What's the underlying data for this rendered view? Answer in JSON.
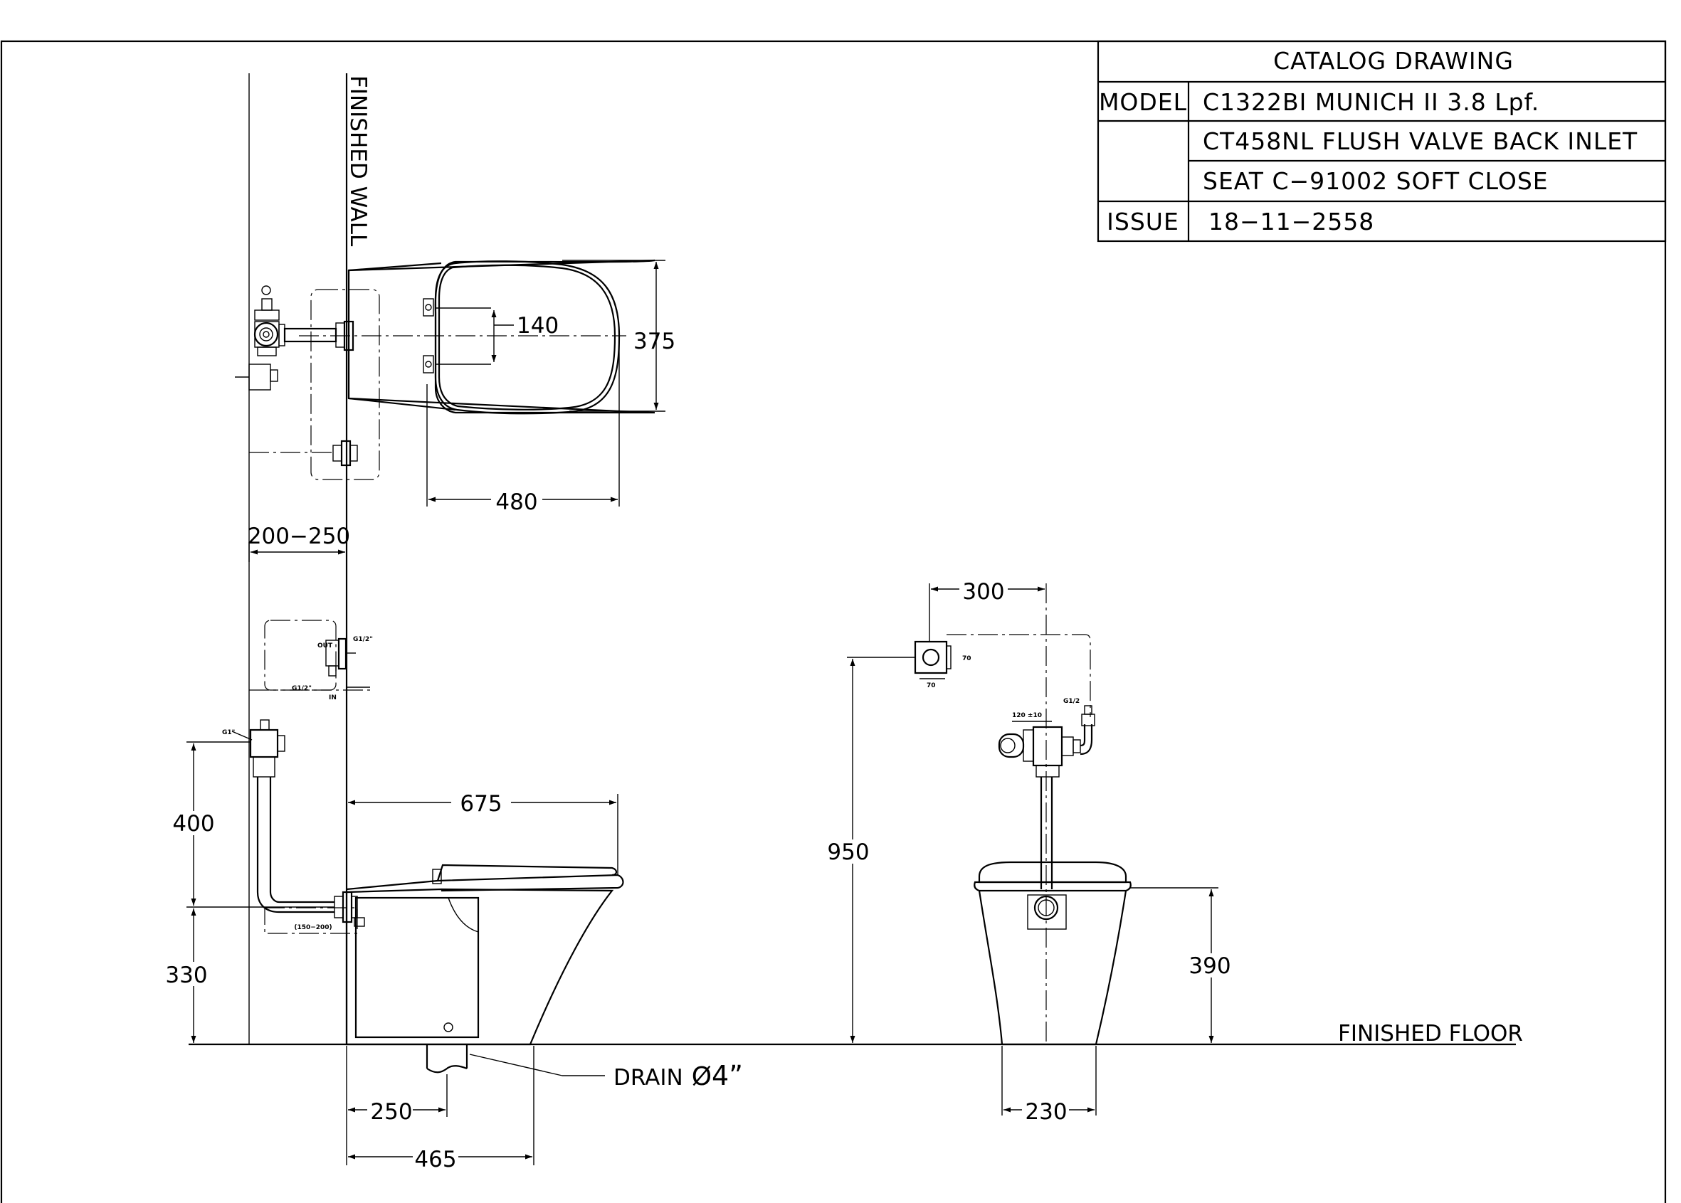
{
  "title_block": {
    "header": "CATALOG  DRAWING",
    "model_label": "MODEL",
    "model_line1": "C1322BI  MUNICH  II  3.8  Lpf.",
    "model_line2": "CT458NL  FLUSH  VALVE  BACK  INLET",
    "model_line3": "SEAT  C−91002  SOFT  CLOSE",
    "issue_label": "ISSUE",
    "issue_value": "18−11−2558"
  },
  "labels": {
    "finished_wall": "FINISHED  WALL",
    "finished_floor": "FINISHED  FLOOR",
    "drain": "DRAIN",
    "drain_symbol": "Ø",
    "drain_size": "4”"
  },
  "dimensions": {
    "plan_140": "140",
    "plan_375": "375",
    "plan_480": "480",
    "offset_200_250": "200−250",
    "front_300": "300",
    "side_675": "675",
    "side_400": "400",
    "side_330": "330",
    "front_950": "950",
    "front_390": "390",
    "side_250": "250",
    "side_465": "465",
    "front_230": "230"
  },
  "small_callouts": {
    "g1_2_out": "G1/2\"",
    "out": "OUT",
    "g1_2_in": "G1/2\"",
    "in": "IN",
    "g1": "G1\"",
    "range_150_200": "(150−200)",
    "d70_h": "70",
    "d70_v": "70",
    "d120": "120 ±10",
    "g1_2_right": "G1/2"
  }
}
